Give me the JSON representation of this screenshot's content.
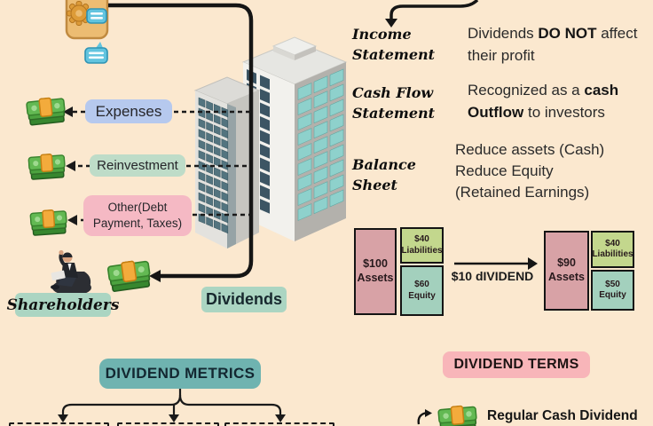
{
  "flows": {
    "expenses": "Expenses",
    "reinvestment": "Reinvestment",
    "other": "Other(Debt Payment, Taxes)",
    "dividends": "Dividends",
    "shareholders": "Shareholders"
  },
  "statements": [
    {
      "label": "Income Statement",
      "desc_pre": "Dividends ",
      "desc_strong": "DO NOT",
      "desc_post": " affect their profit"
    },
    {
      "label": "Cash Flow Statement",
      "desc_pre": "Recognized as a ",
      "desc_highlight": "cash Outflow",
      "desc_post": " to investors"
    },
    {
      "label": "Balance Sheet",
      "lines": [
        "Reduce assets (Cash)",
        "Reduce Equity",
        "(Retained Earnings)"
      ]
    }
  ],
  "balance_example": {
    "before": {
      "assets_value": "$100",
      "assets_label": "Assets",
      "liabilities_value": "$40",
      "liabilities_label": "Liabilities",
      "equity_value": "$60",
      "equity_label": "Equity"
    },
    "transition": "$10 dIVIDEND",
    "after": {
      "assets_value": "$90",
      "assets_label": "Assets",
      "liabilities_value": "$40",
      "liabilities_label": "Liabilities",
      "equity_value": "$50",
      "equity_label": "Equity"
    }
  },
  "sections": {
    "metrics_title": "DIVIDEND METRICS",
    "terms_title": "DIVIDEND TERMS"
  },
  "terms": {
    "first_item": "Regular Cash Dividend"
  },
  "colors": {
    "background": "#fbe8cf",
    "line": "#151515",
    "expenses_pill": "#b6c9ee",
    "reinvestment_pill": "#bedcc8",
    "other_pill": "#f5b9c4",
    "dividends_pill": "#abd5c2",
    "metrics_box": "#6fb3b0",
    "terms_box": "#f8b5b9",
    "assets_box": "#d8a2a6",
    "liabilities_box": "#c3d78d",
    "equity_box": "#a3d0bd",
    "green_text": "#3aa35f"
  }
}
